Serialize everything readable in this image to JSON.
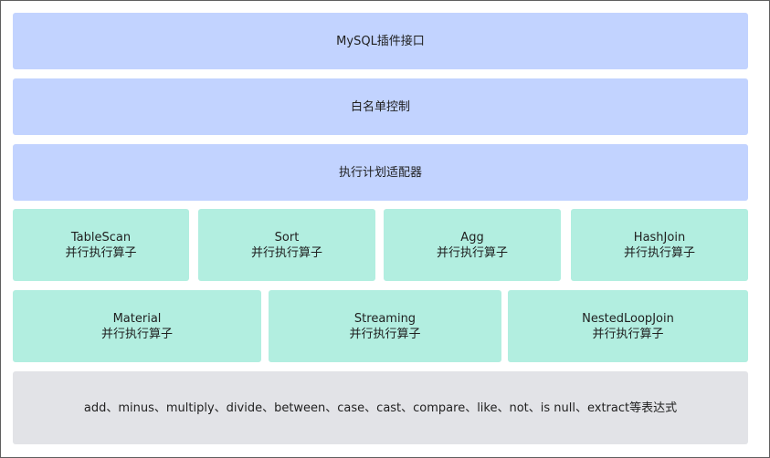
{
  "diagram": {
    "layers": [
      {
        "label": "MySQL插件接口"
      },
      {
        "label": "白名单控制"
      },
      {
        "label": "执行计划适配器"
      }
    ],
    "operators_row1": [
      {
        "name": "TableScan",
        "subtitle": "并行执行算子"
      },
      {
        "name": "Sort",
        "subtitle": "并行执行算子"
      },
      {
        "name": "Agg",
        "subtitle": "并行执行算子"
      },
      {
        "name": "HashJoin",
        "subtitle": "并行执行算子"
      }
    ],
    "operators_row2": [
      {
        "name": "Material",
        "subtitle": "并行执行算子"
      },
      {
        "name": "Streaming",
        "subtitle": "并行执行算子"
      },
      {
        "name": "NestedLoopJoin",
        "subtitle": "并行执行算子"
      }
    ],
    "expressions": {
      "label": "add、minus、multiply、divide、between、case、cast、compare、like、not、is null、extract等表达式"
    }
  },
  "colors": {
    "layer_blue": "#c2d3ff",
    "operator_green": "#b2eee0",
    "expression_gray": "#e2e3e7",
    "frame_border": "#5f5f5f"
  }
}
